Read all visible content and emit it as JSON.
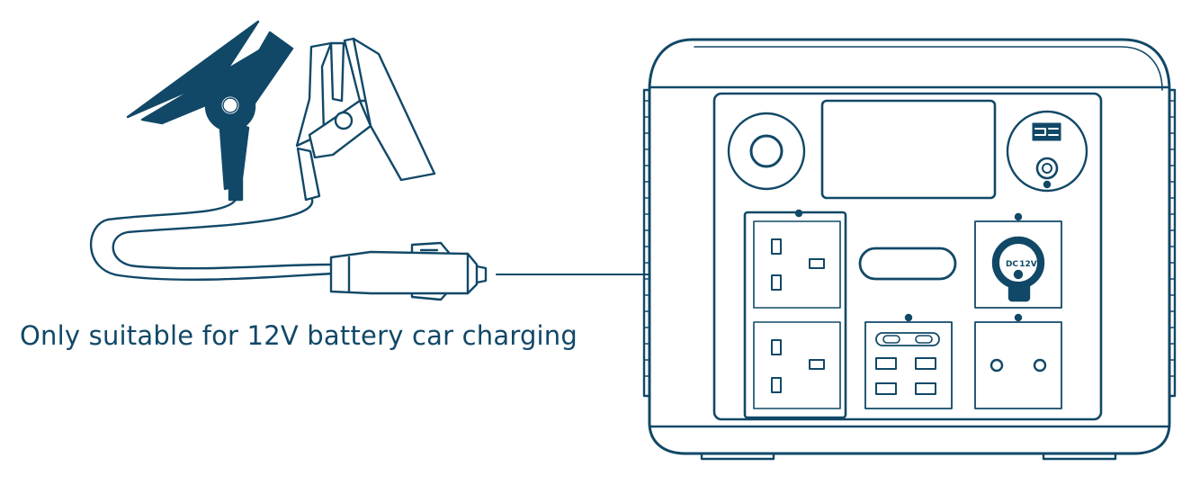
{
  "caption": "Only suitable for 12V battery car charging",
  "dc_port": {
    "label_dc": "DC",
    "label_voltage": "12V"
  },
  "colors": {
    "primary": "#114867",
    "background": "#ffffff"
  },
  "parts": {
    "clamps": "battery-clamp-icon",
    "car_plug": "car-charger-plug-icon",
    "station": "power-station-icon"
  }
}
